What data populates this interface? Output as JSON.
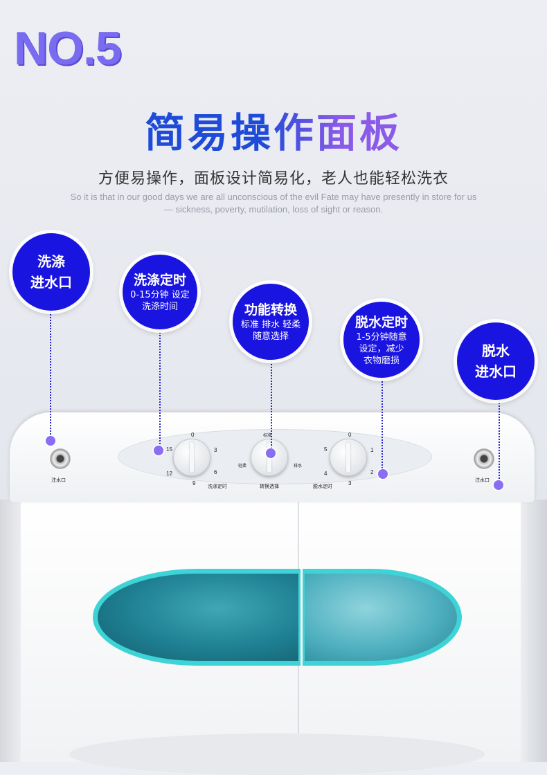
{
  "badge": "NO.5",
  "title": "简易操作面板",
  "subtitle": "方便易操作，面板设计简易化，老人也能轻松洗衣",
  "english": {
    "line1": "So it is that in our good days we are all unconscious of the evil Fate may have presently in store for us",
    "line2": "— sickness, poverty, mutilation, loss of sight or reason."
  },
  "callouts": [
    {
      "id": "wash-inlet",
      "title_lines": [
        "洗涤",
        "进水口"
      ]
    },
    {
      "id": "wash-timer",
      "title": "洗涤定时",
      "desc_lines": [
        "0-15分钟  设定",
        "洗涤时间"
      ]
    },
    {
      "id": "function-switch",
      "title": "功能转换",
      "desc_lines": [
        "标准 排水 轻柔",
        "随意选择"
      ]
    },
    {
      "id": "spin-timer",
      "title": "脱水定时",
      "desc_lines": [
        "1-5分钟随意",
        "设定，减少",
        "衣物磨损"
      ]
    },
    {
      "id": "spin-inlet",
      "title_lines": [
        "脱水",
        "进水口"
      ]
    }
  ],
  "panel": {
    "left_port_label": "注水口",
    "right_port_label": "注水口",
    "knob1_label": "洗涤定时",
    "knob2_label": "转换选择",
    "knob3_label": "脱水定时",
    "knob1_ticks": [
      "0",
      "3",
      "6",
      "9",
      "12",
      "15"
    ],
    "knob3_ticks": [
      "0",
      "1",
      "2",
      "3",
      "4",
      "5"
    ],
    "knob2_ticks": [
      "标准",
      "轻柔",
      "排水"
    ]
  },
  "colors": {
    "circle_fill": "#1a14e0",
    "title_blue": "#1e4bd8",
    "title_purple": "#8a5ae8",
    "badge": "#7a6cf0",
    "marker_dot": "#8a6df2",
    "window_rim": "#3ed3d6"
  }
}
